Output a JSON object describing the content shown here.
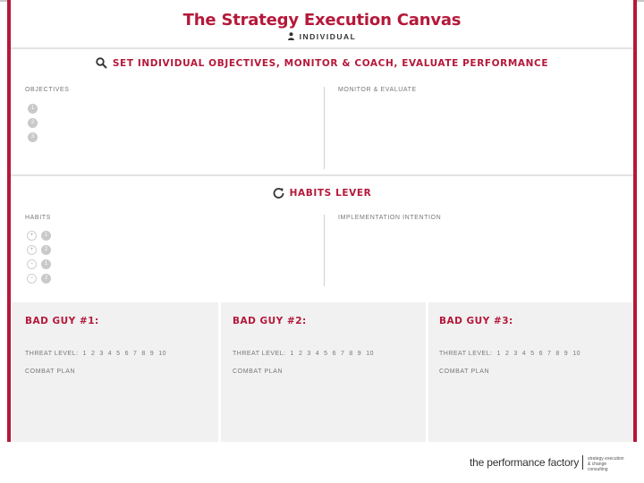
{
  "header": {
    "title": "The Strategy Execution Canvas",
    "subtitle": "INDIVIDUAL"
  },
  "section_objectives": {
    "heading": "SET INDIVIDUAL OBJECTIVES, MONITOR & COACH, EVALUATE PERFORMANCE",
    "left_label": "OBJECTIVES",
    "right_label": "MONITOR & EVALUATE",
    "numbers": [
      "1",
      "2",
      "3"
    ]
  },
  "section_habits": {
    "heading": "HABITS LEVER",
    "left_label": "HABITS",
    "right_label": "IMPLEMENTATION INTENTION",
    "rows": [
      {
        "sign": "+",
        "num": "1"
      },
      {
        "sign": "+",
        "num": "2"
      },
      {
        "sign": "−",
        "num": "1"
      },
      {
        "sign": "−",
        "num": "2"
      }
    ]
  },
  "bad_guys": [
    {
      "title": "BAD GUY #1:",
      "threat_label": "THREAT LEVEL:",
      "levels": [
        "1",
        "2",
        "3",
        "4",
        "5",
        "6",
        "7",
        "8",
        "9",
        "10"
      ],
      "combat_label": "COMBAT PLAN"
    },
    {
      "title": "BAD GUY #2:",
      "threat_label": "THREAT LEVEL:",
      "levels": [
        "1",
        "2",
        "3",
        "4",
        "5",
        "6",
        "7",
        "8",
        "9",
        "10"
      ],
      "combat_label": "COMBAT PLAN"
    },
    {
      "title": "BAD GUY #3:",
      "threat_label": "THREAT LEVEL:",
      "levels": [
        "1",
        "2",
        "3",
        "4",
        "5",
        "6",
        "7",
        "8",
        "9",
        "10"
      ],
      "combat_label": "COMBAT PLAN"
    }
  ],
  "footer": {
    "brand": "the performance factory",
    "tagline": "strategy execution & change consulting"
  },
  "colors": {
    "accent": "#b5183a",
    "panel": "#f1f1f1"
  },
  "icons": {
    "subtitle": "person-icon",
    "objectives": "search-icon",
    "habits": "refresh-icon"
  }
}
